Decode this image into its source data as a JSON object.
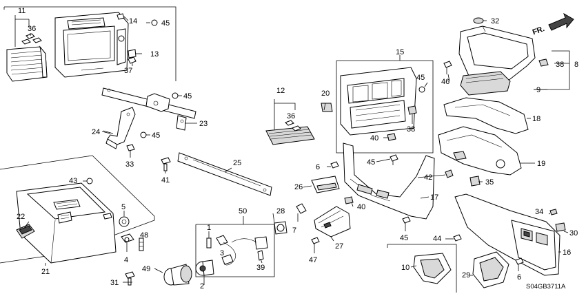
{
  "diagram": {
    "code": "S04GB3711A",
    "direction_label": "FR.",
    "callouts": [
      {
        "key": "c11",
        "text": "11"
      },
      {
        "key": "c36a",
        "text": "36"
      },
      {
        "key": "c14",
        "text": "14"
      },
      {
        "key": "c45a",
        "text": "45"
      },
      {
        "key": "c13",
        "text": "13"
      },
      {
        "key": "c37",
        "text": "37"
      },
      {
        "key": "c32",
        "text": "32"
      },
      {
        "key": "c38a",
        "text": "38"
      },
      {
        "key": "c8",
        "text": "8"
      },
      {
        "key": "c46",
        "text": "46"
      },
      {
        "key": "c9",
        "text": "9"
      },
      {
        "key": "c15",
        "text": "15"
      },
      {
        "key": "c45b",
        "text": "45"
      },
      {
        "key": "c20",
        "text": "20"
      },
      {
        "key": "c12",
        "text": "12"
      },
      {
        "key": "c36b",
        "text": "36"
      },
      {
        "key": "c38b",
        "text": "38"
      },
      {
        "key": "c40a",
        "text": "40"
      },
      {
        "key": "c45c",
        "text": "45"
      },
      {
        "key": "c23",
        "text": "23"
      },
      {
        "key": "c24",
        "text": "24"
      },
      {
        "key": "c45d",
        "text": "45"
      },
      {
        "key": "c33",
        "text": "33"
      },
      {
        "key": "c18",
        "text": "18"
      },
      {
        "key": "c19",
        "text": "19"
      },
      {
        "key": "c41",
        "text": "41"
      },
      {
        "key": "c25",
        "text": "25"
      },
      {
        "key": "c6a",
        "text": "6"
      },
      {
        "key": "c45e",
        "text": "45"
      },
      {
        "key": "c42",
        "text": "42"
      },
      {
        "key": "c35",
        "text": "35"
      },
      {
        "key": "c43",
        "text": "43"
      },
      {
        "key": "c26",
        "text": "26"
      },
      {
        "key": "c40b",
        "text": "40"
      },
      {
        "key": "c17",
        "text": "17"
      },
      {
        "key": "c50",
        "text": "50"
      },
      {
        "key": "c28",
        "text": "28"
      },
      {
        "key": "c7",
        "text": "7"
      },
      {
        "key": "c5",
        "text": "5"
      },
      {
        "key": "c22",
        "text": "22"
      },
      {
        "key": "c34",
        "text": "34"
      },
      {
        "key": "c30",
        "text": "30"
      },
      {
        "key": "c1",
        "text": "1"
      },
      {
        "key": "c48",
        "text": "48"
      },
      {
        "key": "c44",
        "text": "44"
      },
      {
        "key": "c45f",
        "text": "45"
      },
      {
        "key": "c27",
        "text": "27"
      },
      {
        "key": "c16",
        "text": "16"
      },
      {
        "key": "c4",
        "text": "4"
      },
      {
        "key": "c3",
        "text": "3"
      },
      {
        "key": "c39",
        "text": "39"
      },
      {
        "key": "c47",
        "text": "47"
      },
      {
        "key": "c10",
        "text": "10"
      },
      {
        "key": "c49",
        "text": "49"
      },
      {
        "key": "c21",
        "text": "21"
      },
      {
        "key": "c2",
        "text": "2"
      },
      {
        "key": "c31",
        "text": "31"
      },
      {
        "key": "c29",
        "text": "29"
      },
      {
        "key": "c6b",
        "text": "6"
      }
    ]
  }
}
